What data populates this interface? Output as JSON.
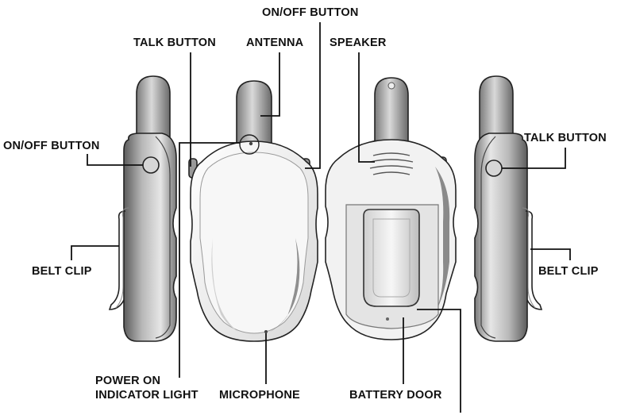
{
  "labels": {
    "on_off_top": "ON/OFF BUTTON",
    "talk_left": "TALK BUTTON",
    "antenna": "ANTENNA",
    "speaker": "SPEAKER",
    "on_off_left": "ON/OFF BUTTON",
    "talk_right": "TALK BUTTON",
    "belt_clip_left": "BELT CLIP",
    "belt_clip_right": "BELT CLIP",
    "power_on_line1": "POWER ON",
    "power_on_line2": "INDICATOR LIGHT",
    "microphone": "MICROPHONE",
    "battery_door": "BATTERY DOOR"
  },
  "colors": {
    "outline": "#222222",
    "body_fill": "#f4f4f4",
    "shade": "#9a9a9a",
    "dark_side": "#6f6f6f"
  }
}
